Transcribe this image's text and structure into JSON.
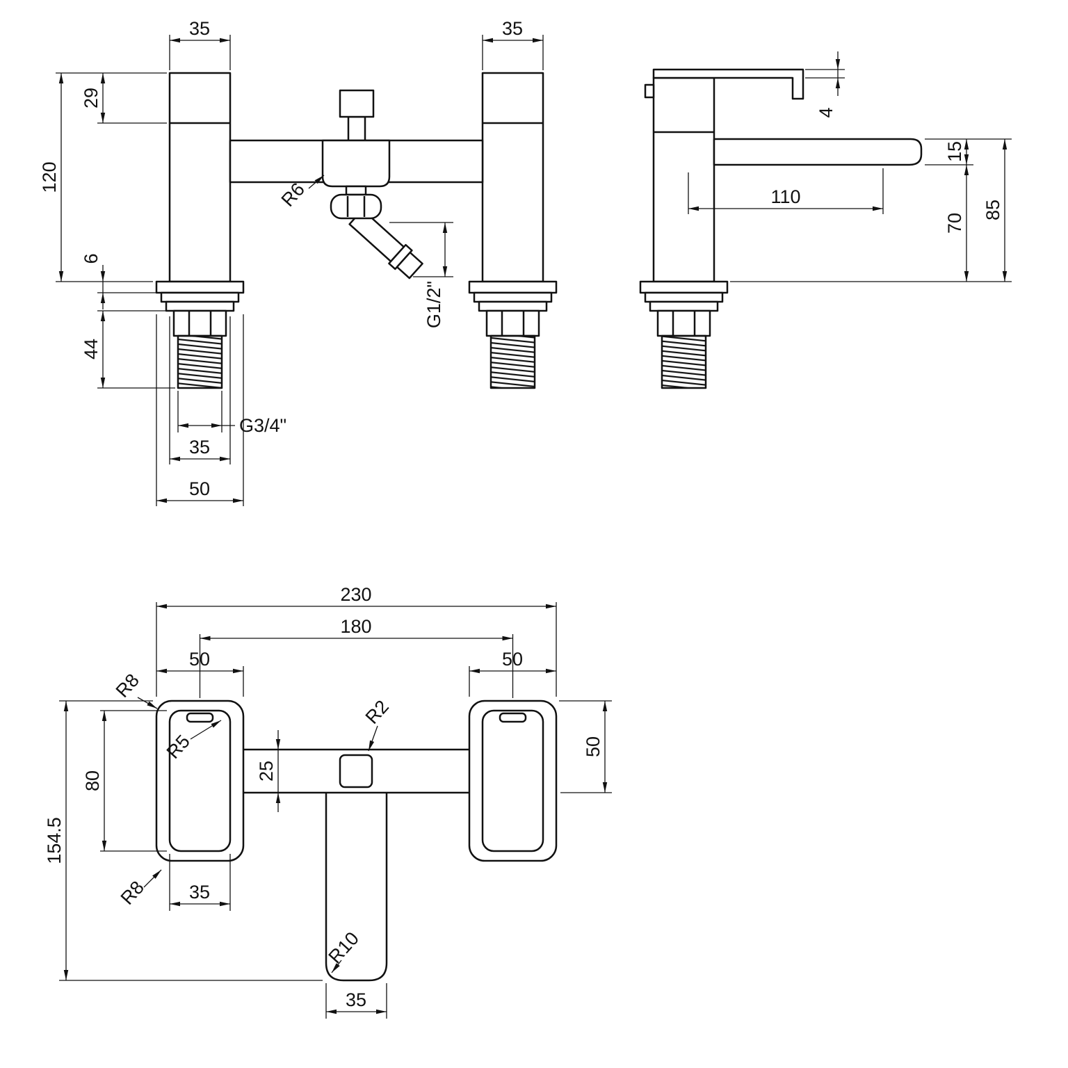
{
  "colors": {
    "ink": "#111111",
    "background": "#ffffff"
  },
  "drawing": {
    "front": {
      "handle_width_left": "35",
      "handle_width_right": "35",
      "handle_height": "29",
      "overall_height": "120",
      "deck_gap": "6",
      "tail_length": "44",
      "tail_thread": "G3/4\"",
      "tail_width": "35",
      "flange_width": "50",
      "cradle_radius": "R6",
      "outlet_thread": "G1/2\""
    },
    "side": {
      "handle_thickness": "4",
      "spout_thickness": "15",
      "spout_reach": "110",
      "spout_clearance": "70",
      "spout_height": "85"
    },
    "plan": {
      "overall_width": "230",
      "hole_centres": "180",
      "left_body_width": "50",
      "right_body_width": "50",
      "body_depth_right": "50",
      "bar_depth": "25",
      "body_length": "80",
      "overall_depth": "154.5",
      "body_width": "35",
      "spout_width": "35",
      "radius_outer_top": "R8",
      "radius_inner": "R5",
      "radius_outer_bottom": "R8",
      "radius_knob": "R2",
      "radius_spout": "R10"
    }
  }
}
